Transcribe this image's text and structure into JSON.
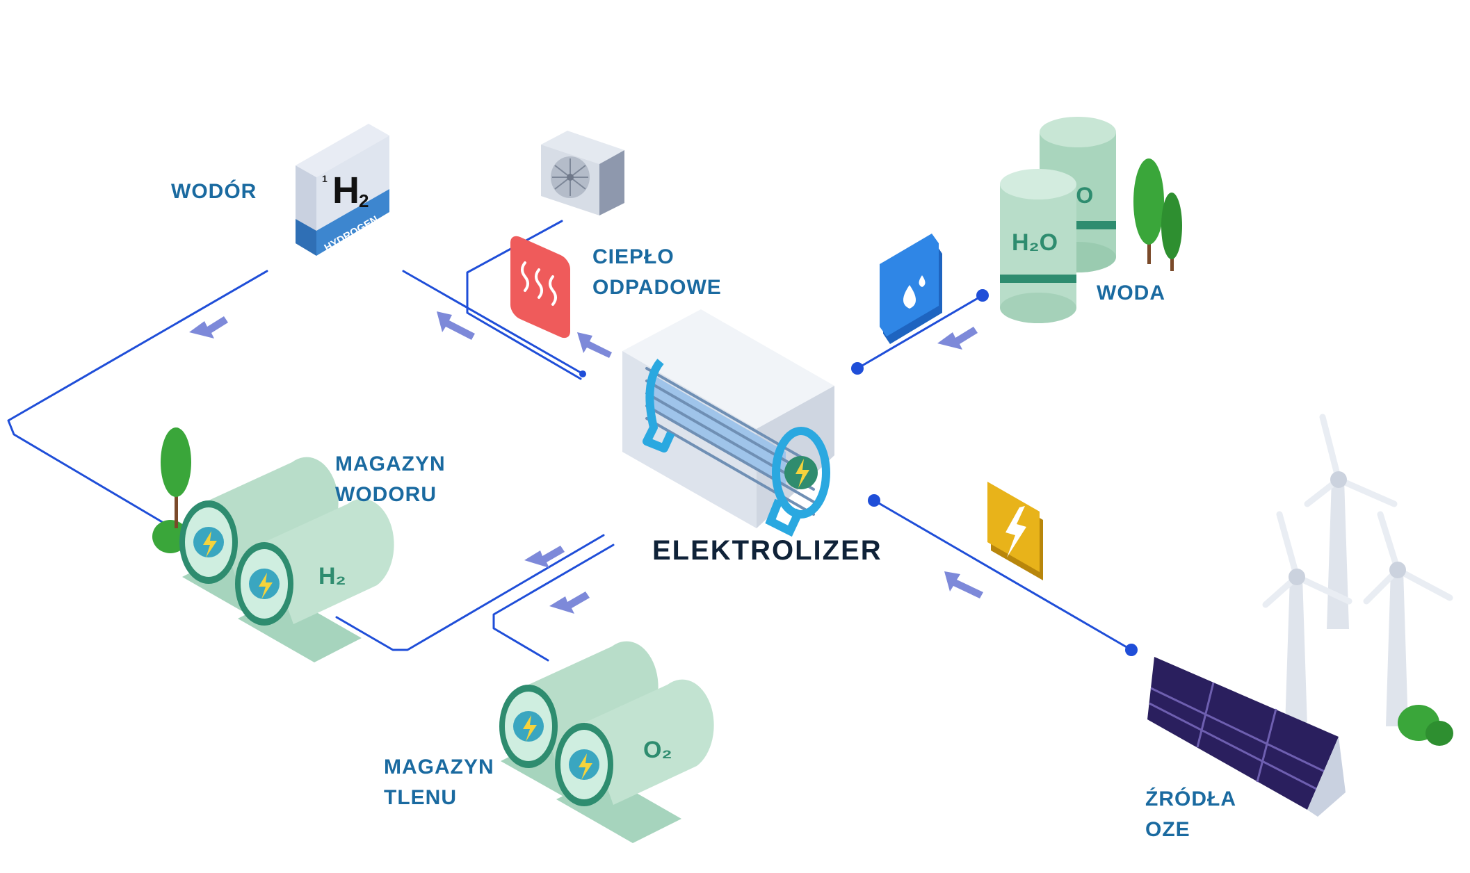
{
  "labels": {
    "hydrogen": "WODÓR",
    "waste_heat": [
      "CIEPŁO",
      "ODPADOWE"
    ],
    "water": "WODA",
    "electrolyzer": "ELEKTROLIZER",
    "hydrogen_storage": [
      "MAGAZYN",
      "WODORU"
    ],
    "oxygen_storage": [
      "MAGAZYN",
      "TLENU"
    ],
    "renewables": [
      "ŹRÓDŁA",
      "OZE"
    ]
  },
  "glyphs": {
    "hydrogen_symbol": "H",
    "hydrogen_sub": "2",
    "atomic_number": "1",
    "hydrogen_word": "HYDROGEN",
    "water_formula": "H₂O",
    "hydrogen_tank": "H₂",
    "oxygen_tank": "O₂"
  },
  "colors": {
    "line": "#1f4ed8",
    "arrow": "#7d89d9",
    "label": "#1a6aa0",
    "tank": "#b8ddc9",
    "tank_band": "#2e8c6f",
    "heat_icon": "#ef5b5b",
    "water_icon": "#2f86e6",
    "power_icon": "#e8b31a",
    "tree": "#3aa63a",
    "solar": "#3b2a78"
  }
}
